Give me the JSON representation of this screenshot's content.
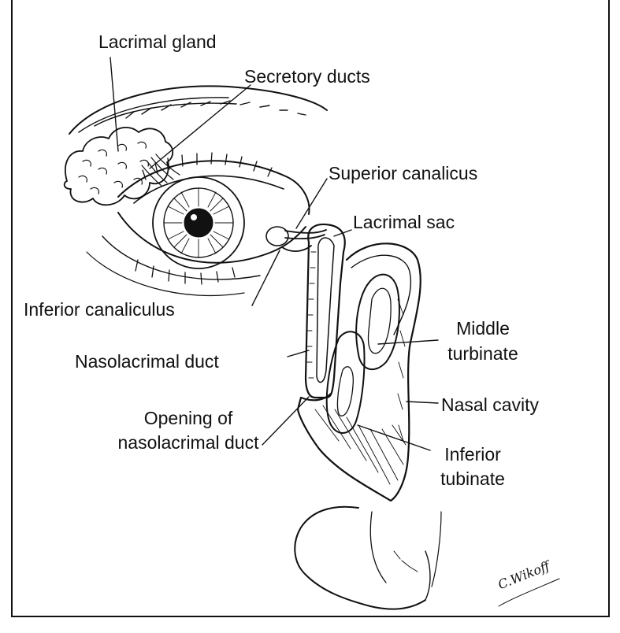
{
  "labels": {
    "lacrimal_gland": "Lacrimal gland",
    "secretory_ducts": "Secretory ducts",
    "superior_canalicus": "Superior canalicus",
    "lacrimal_sac": "Lacrimal sac",
    "inferior_canaliculus": "Inferior canaliculus",
    "middle_turbinate_1": "Middle",
    "middle_turbinate_2": "turbinate",
    "nasolacrimal_duct": "Nasolacrimal duct",
    "nasal_cavity": "Nasal cavity",
    "opening_1": "Opening of",
    "opening_2": "nasolacrimal duct",
    "inferior_turbinate_1": "Inferior",
    "inferior_turbinate_2": "tubinate"
  },
  "signature": "C.Wikoff"
}
